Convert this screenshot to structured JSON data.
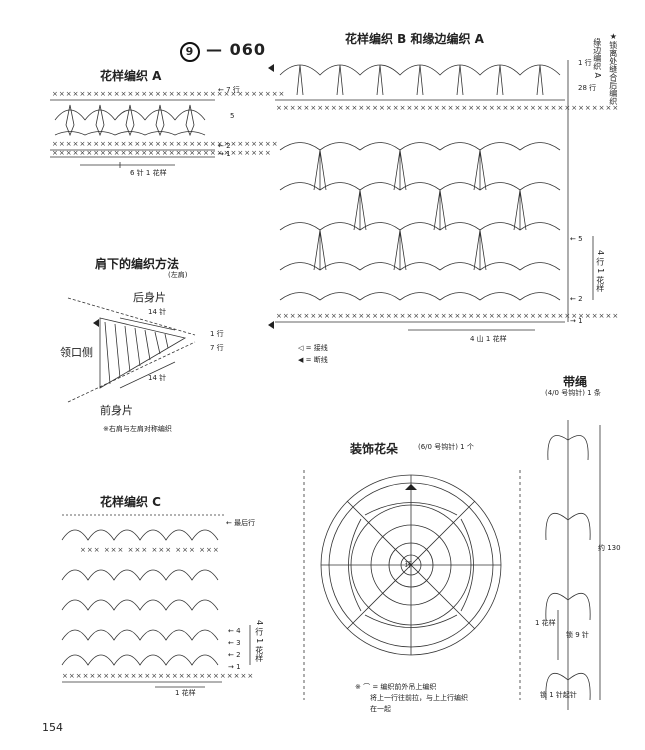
{
  "header": {
    "circle_num": "9",
    "title_rest": "— 060"
  },
  "patternA": {
    "title": "花样编织 A",
    "row7": "← 7 行",
    "row5": "5",
    "row2": "← 2",
    "row1": "→ 1",
    "repeat": "6 针 1 花样"
  },
  "patternB": {
    "title": "花样编织 B 和缘边编织 A",
    "r1": "1 行",
    "r28": "28 行",
    "r5": "← 5",
    "r4block": "4 行 1 花样",
    "r2": "← 2",
    "r1b": "→ 1",
    "repeat": "4 山 1 花样",
    "side_label": "缘边编织 A",
    "star_note": "★锁离处缝合后编织"
  },
  "legend": {
    "attach": "◁ = 接线",
    "cut": "◀ = 断线"
  },
  "shoulder": {
    "title": "肩下的编织方法",
    "subtitle": "(左肩)",
    "back": "后身片",
    "front": "前身片",
    "neck": "领口侧",
    "st14a": "14 针",
    "st14b": "14 针",
    "row1": "1 行",
    "row7": "7 行",
    "note": "※右肩与左肩对称编织"
  },
  "patternC": {
    "title": "花样编织 C",
    "last": "← 最后行",
    "r4block": "4 行 1 花样",
    "r4": "← 4",
    "r3": "← 3",
    "r2": "← 2",
    "r1": "→ 1",
    "repeat": "1 花样"
  },
  "flower": {
    "title": "装饰花朵",
    "hook": "(6/0 号钩针) 1 个",
    "center": "环",
    "n1": "※ ⌒ = 编织前外吊上编织",
    "n2": "将上一行往前拉，与上上行编织",
    "n3": "在一起"
  },
  "strap": {
    "title": "带绳",
    "hook": "(4/0 号钩针) 1 条",
    "approx": "约 130",
    "rep": "1 花样",
    "chain9": "锁 9 针",
    "chain1": "锁 1 针起针"
  },
  "page_number": "154"
}
